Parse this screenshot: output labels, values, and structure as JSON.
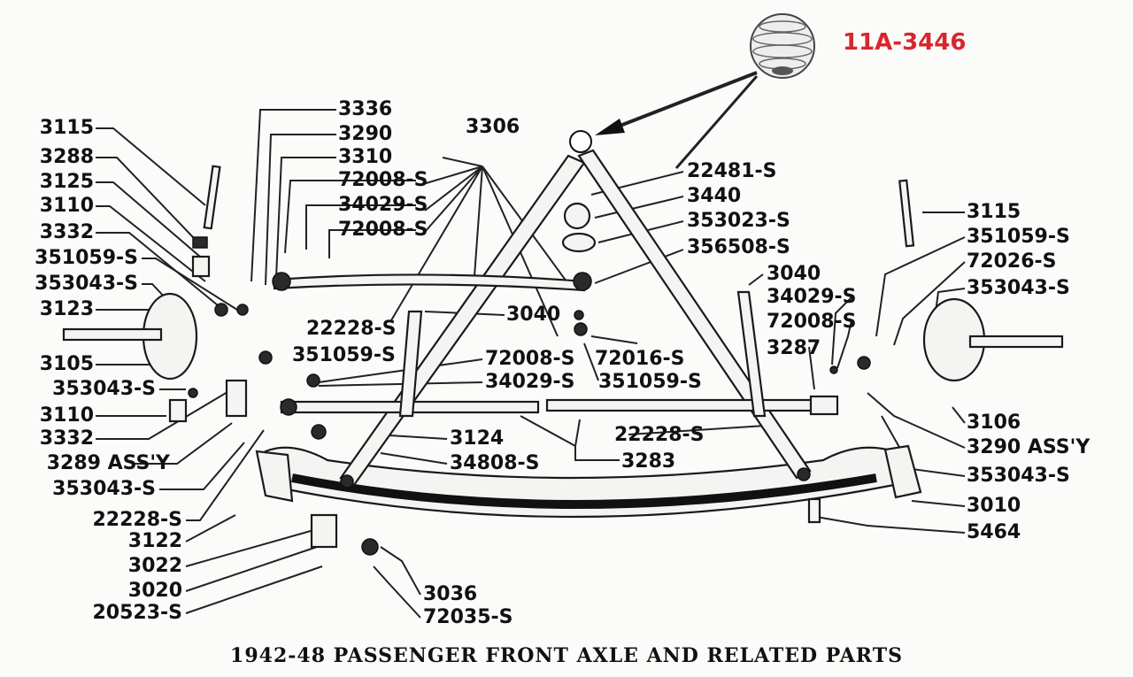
{
  "title": "1942-48 PASSENGER FRONT AXLE AND RELATED PARTS",
  "highlight": {
    "part_number": "11A-3446",
    "color": "#d9262c"
  },
  "labels": {
    "l3115": "3115",
    "l3288": "3288",
    "l3125": "3125",
    "l3110a": "3110",
    "l3332a": "3332",
    "l351059a": "351059-S",
    "l353043a": "353043-S",
    "l3123": "3123",
    "l3105": "3105",
    "l353043b": "353043-S",
    "l3110b": "3110",
    "l3332b": "3332",
    "l3289": "3289 ASS'Y",
    "l353043c": "353043-S",
    "l22228a": "22228-S",
    "l3122": "3122",
    "l3022": "3022",
    "l3020": "3020",
    "l20523": "20523-S",
    "l3336": "3336",
    "l3290a": "3290",
    "l3310": "3310",
    "l72008a": "72008-S",
    "l34029a": "34029-S",
    "l72008b": "72008-S",
    "l3306": "3306",
    "l22228b": "22228-S",
    "l351059b": "351059-S",
    "l3040a": "3040",
    "l72008c": "72008-S",
    "l34029b": "34029-S",
    "l72016": "72016-S",
    "l351059c": "351059-S",
    "l3124": "3124",
    "l34808": "34808-S",
    "l22228c": "22228-S",
    "l3283": "3283",
    "l3036": "3036",
    "l72035": "72035-S",
    "l22481": "22481-S",
    "l3440": "3440",
    "l353023": "353023-S",
    "l356508": "356508-S",
    "l3040b": "3040",
    "l34029c": "34029-S",
    "l72008d": "72008-S",
    "l3287": "3287",
    "l3115b": "3115",
    "l351059d": "351059-S",
    "l72026": "72026-S",
    "l353043d": "353043-S",
    "l3106": "3106",
    "l3290b": "3290 ASS'Y",
    "l353043e": "353043-S",
    "l3010": "3010",
    "l5464": "5464"
  }
}
